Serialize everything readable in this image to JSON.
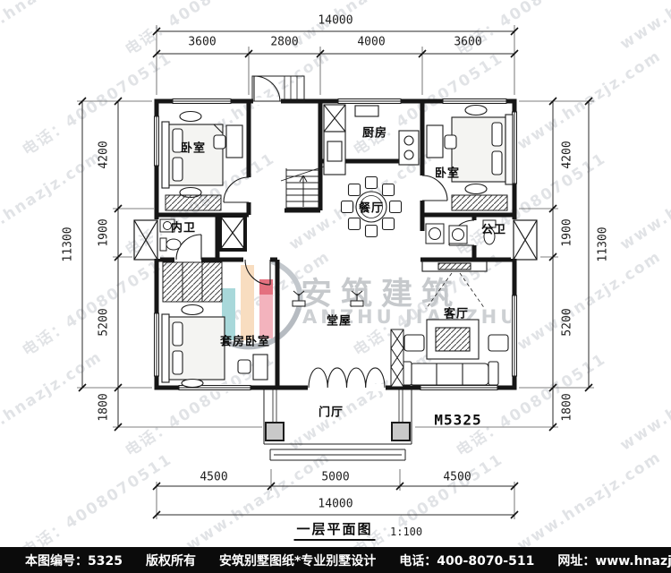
{
  "plan": {
    "rooms": {
      "bedroom_tl": "卧室",
      "kitchen": "厨房",
      "bedroom_tr": "卧室",
      "dining": "餐厅",
      "inner_bath": "内卫",
      "public_bath": "公卫",
      "suite_bedroom": "套房卧室",
      "main_hall": "堂屋",
      "living": "客厅",
      "porch": "门厅"
    },
    "model_no": "M5325",
    "title": "一层平面图",
    "scale": "1:100"
  },
  "dimensions": {
    "top": {
      "overall": "14000",
      "segments": [
        "3600",
        "2800",
        "4000",
        "3600"
      ]
    },
    "bottom": {
      "overall": "14000",
      "segments": [
        "4500",
        "5000",
        "4500"
      ]
    },
    "left": {
      "overall": "11300",
      "segments": [
        "4200",
        "1900",
        "5200",
        "1800"
      ]
    },
    "right": {
      "overall": "11300",
      "segments": [
        "4200",
        "1900",
        "5200",
        "1800"
      ]
    }
  },
  "watermark": {
    "site": "www.hnazjz.com",
    "phone": "电话：4008070511",
    "brand_cn": "安筑建筑",
    "brand_en": "ANZHU JIANZHU",
    "logo_colors": {
      "teal": "#a8d8da",
      "peach": "#f8ddc0",
      "pink": "#f3b3bd",
      "red": "#e4717f",
      "swoosh": "#b6bbc1"
    }
  },
  "footer": {
    "plan_no": "本图编号：5325",
    "copyright": "版权所有",
    "studio": "安筑别墅图纸*专业别墅设计",
    "phone": "电话：400-8070-511",
    "website": "网址：www.hnazjz.com"
  }
}
